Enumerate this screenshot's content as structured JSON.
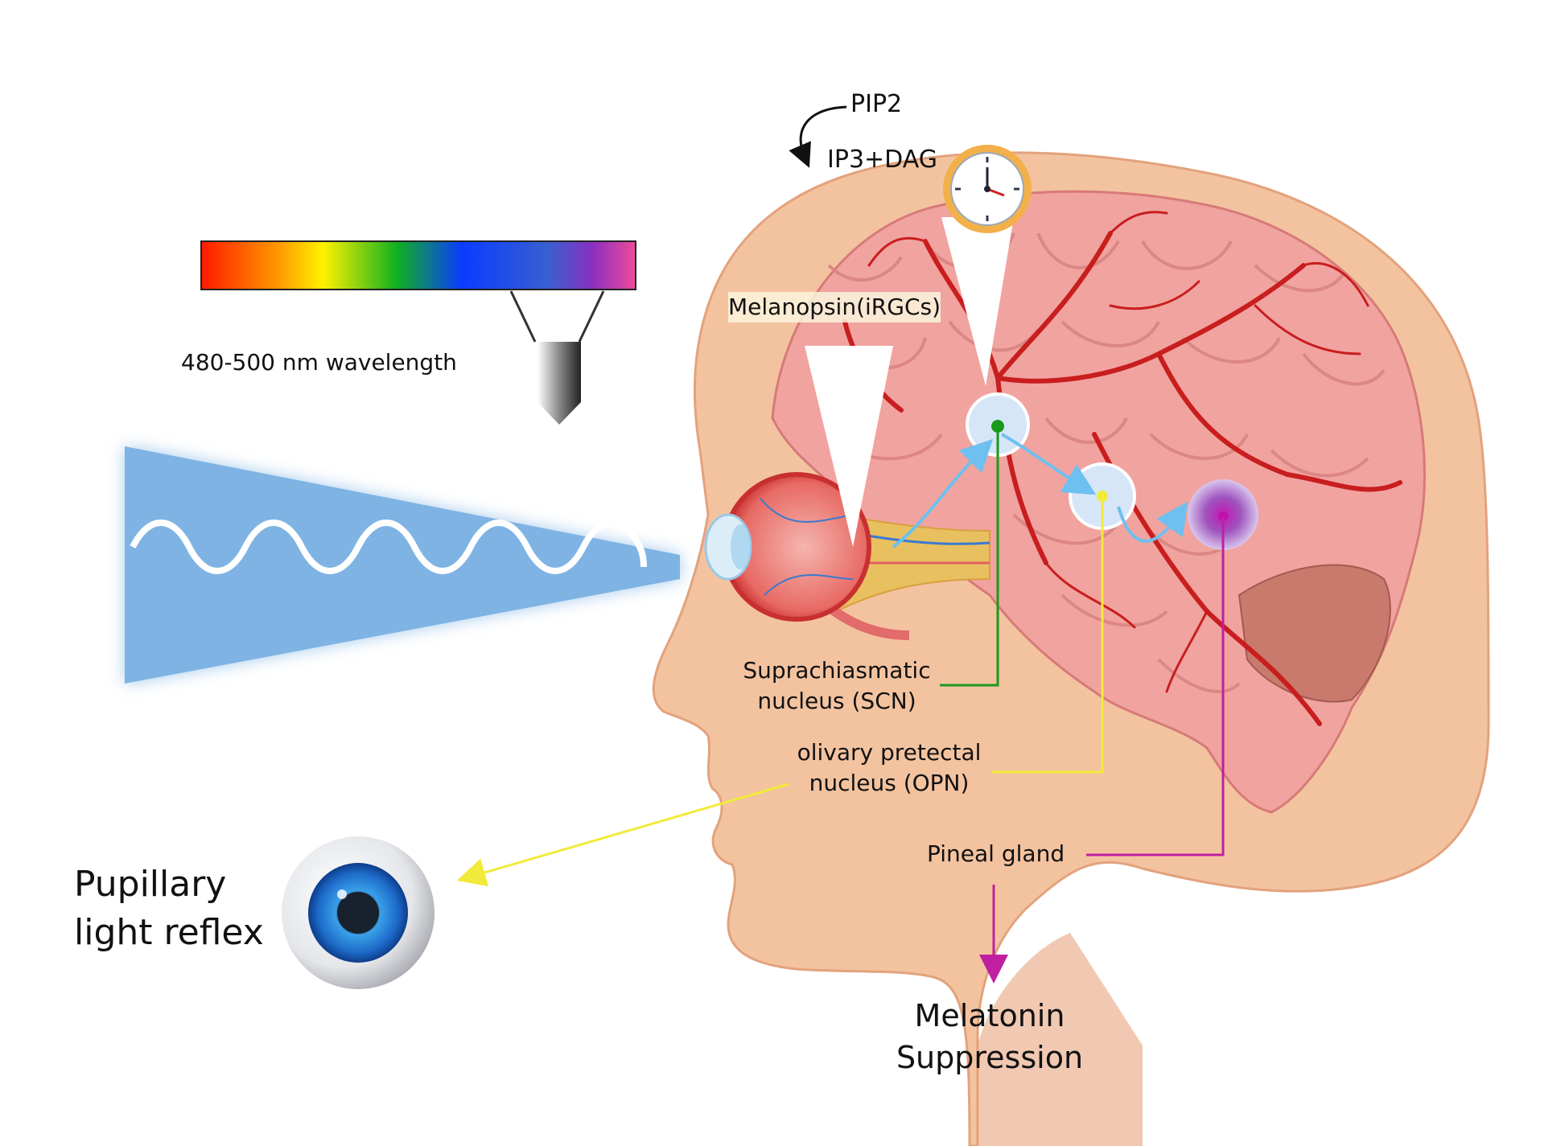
{
  "colors": {
    "skin": "#f3c3a0",
    "skin_dark": "#e8a57e",
    "brain": "#f0a0a0",
    "vessel": "#c81e1e",
    "light_beam": "#7eb3e4",
    "scn_line": "#1a9a1a",
    "opn_line": "#f2ea3a",
    "pineal_line": "#c020a0",
    "arrow_blue": "#6ec0f0"
  },
  "labels": {
    "pip2": "PIP2",
    "ip3_dag": "IP3+DAG",
    "wavelength": "480-500 nm wavelength",
    "melanopsin": "Melanopsin(iRGCs)",
    "scn": [
      "Suprachiasmatic",
      "nucleus (SCN)"
    ],
    "opn": [
      "olivary pretectal",
      "nucleus (OPN)"
    ],
    "pineal": "Pineal gland",
    "pupillary": [
      "Pupillary",
      "light reflex"
    ],
    "melatonin": [
      "Melatonin",
      "Suppression"
    ]
  },
  "icons": [
    "clock-icon",
    "eyeball-icon",
    "light-wave-icon",
    "spectrum-bar",
    "prism-icon"
  ]
}
